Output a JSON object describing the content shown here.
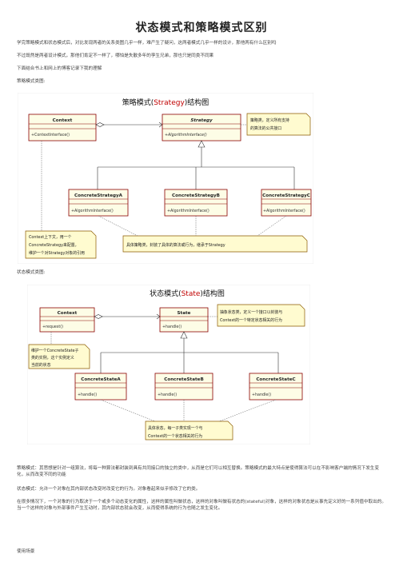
{
  "page": {
    "title": "状态模式和策略模式区别",
    "intro_1": "学完策略模式和状态模式后，对比发现两者的关系类图几乎一样，难产生了疑问，这两者模式几乎一样的设计，那他两有什么区别吗",
    "intro_2": "不过既然是两者设计模式，那他们肯定不一样了，哪怕是失散多年的孪生兄弟，那也只是同类不同果",
    "intro_3": "下面结合书上和网上的博客记录下我的理解",
    "strategy_label": "策略模式类图:",
    "state_label": "状态模式类图:",
    "strategy_desc": "策略模式：其思想是针对一组算法，将每一种算法都封装到具有共同接口的独立的类中，从而是它们可以相互替换。策略模式的最大特点是使得算法可以在不影响客户端的情况下发生变化，从而改变不同的功能",
    "state_desc": "状态模式：允许一个对象在其内部状态改变时改变它的行为。对象看起来似乎修改了它的类。",
    "state_detail": "在很多情况下，一个对象的行为取决于一个或多个动态变化的属性，这样的属性叫做状态，这样的对象叫做有状态的(stateful)对象，这样的对象状态是从事先定义好的一系列值中取出的。当一个这样的对象与外部事件产生互动时，其内部状态就会改变，从而使得系统的行为也随之发生变化。",
    "usage_label": "使用场景"
  },
  "strategy_diagram": {
    "title_prefix": "策略模式(",
    "title_highlight": "Strategy",
    "title_suffix": ")结构图",
    "context": {
      "name": "Context",
      "op": "+ContextInterface()"
    },
    "strategy": {
      "name": "Strategy",
      "op": "+AlgorithmInterface()"
    },
    "concrete": [
      {
        "name": "ConcreteStrategyA",
        "op": "+AlgorithmInterface()"
      },
      {
        "name": "ConcreteStrategyB",
        "op": "+AlgorithmInterface()"
      },
      {
        "name": "ConcreteStrategyC",
        "op": "+AlgorithmInterface()"
      }
    ],
    "note_strategy_1": "策略类，定义所有支持",
    "note_strategy_2": "的算法的公共接口",
    "note_context_1": "Context上下文，用一个",
    "note_context_2": "ConcreteStrategy来配置，",
    "note_context_3": "维护一个对Strategy对象的引用",
    "note_concrete": "具体策略类，封装了具体的算法或行为，继承于Strategy"
  },
  "state_diagram": {
    "title_prefix": "状态模式(",
    "title_highlight": "State",
    "title_suffix": ")结构图",
    "context": {
      "name": "Context",
      "op": "+request()"
    },
    "state": {
      "name": "State",
      "op": "+handle()"
    },
    "concrete": [
      {
        "name": "ConcreteStateA",
        "op": "+handle()"
      },
      {
        "name": "ConcreteStateB",
        "op": "+handle()"
      },
      {
        "name": "ConcreteStateC",
        "op": "+handle()"
      }
    ],
    "note_state_1": "抽象状态类，定义一个接口以封装与",
    "note_state_2": "Context的一个特定状态相关的行为",
    "note_context_1": "维护一个ConcreteState子",
    "note_context_2": "类的实例，这个实例定义",
    "note_context_3": "当前的状态",
    "note_concrete_1": "具体状态，每一子类实现一个与",
    "note_concrete_2": "Context的一个状态相关的行为"
  }
}
